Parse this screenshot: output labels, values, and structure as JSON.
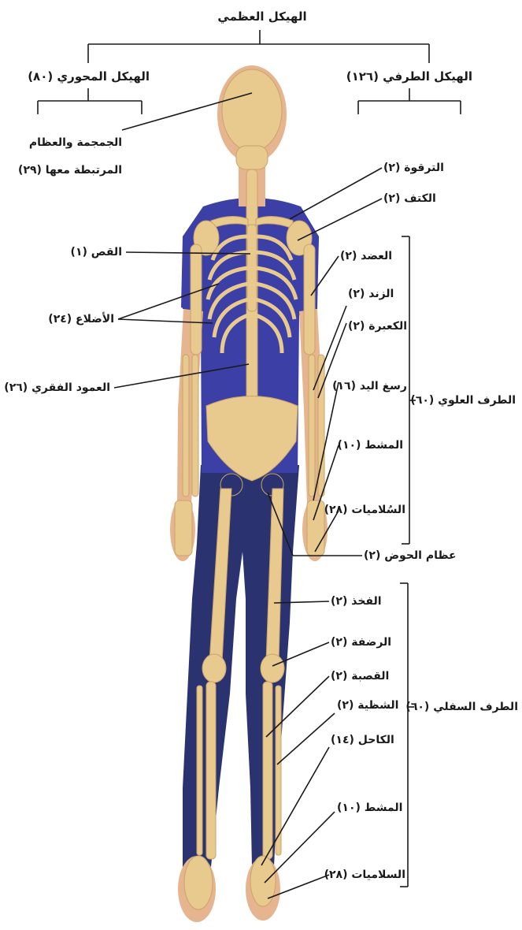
{
  "title": "الهيكل العظمي",
  "axial": {
    "title": "الهيكل المحوري (٨٠)",
    "skull_line1": "الجمجمة والعظام",
    "skull_line2": "المرتبطة معها (٢٩)",
    "sternum": "القص (١)",
    "ribs": "الأضلاع (٢٤)",
    "vertebral": "العمود الفقري (٢٦)"
  },
  "appendicular": {
    "title": "الهيكل الطرفي (١٢٦)",
    "clavicle": "الترقوة (٢)",
    "scapula": "الكتف (٢)",
    "upper_limb": {
      "title": "الطرف العلوي (٦٠)",
      "humerus": "العضد (٢)",
      "ulna": "الزند (٢)",
      "radius": "الكعبرة (٢)",
      "carpals": "رسغ اليد (١٦)",
      "metacarpals": "المشط (١٠)",
      "phalanges": "السُلاميات (٢٨)"
    },
    "pelvic": "عظام الحوض (٢)",
    "lower_limb": {
      "title": "الطرف السفلي (٦٠)",
      "femur": "الفخذ (٢)",
      "patella": "الرضفة (٢)",
      "tibia": "القصبة (٢)",
      "fibula": "الشظية (٢)",
      "tarsals": "الكاحل (١٤)",
      "metatarsals": "المشط (١٠)",
      "phalanges": "السلاميات (٢٨)"
    }
  },
  "colors": {
    "bone": "#e8c98e",
    "bone_shade": "#c9a468",
    "shirt": "#3b3fa6",
    "pants": "#2a3370",
    "skin": "#e6b58f",
    "line": "#1a1a1a"
  }
}
